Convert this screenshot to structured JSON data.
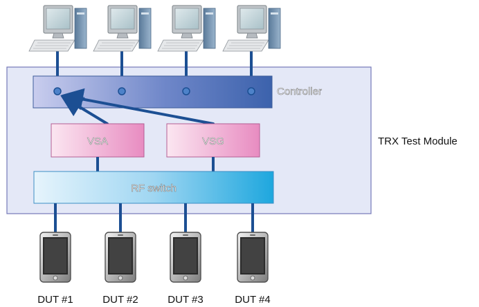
{
  "module": {
    "label": "TRX Test Module"
  },
  "controller": {
    "label": "Controller"
  },
  "vsa": {
    "label": "VSA"
  },
  "vsg": {
    "label": "VSG"
  },
  "rf_switch": {
    "label": "RF switch"
  },
  "duts": [
    {
      "label": "DUT #1"
    },
    {
      "label": "DUT #2"
    },
    {
      "label": "DUT #3"
    },
    {
      "label": "DUT #4"
    }
  ],
  "colors": {
    "module_fill": "#e4e8f7",
    "module_border": "#7478b8",
    "link": "#1c4f93",
    "controller_dark": "#3c62ac",
    "controller_light": "#c9cdee",
    "analyzer_fill": "#ed9fcc",
    "rf_switch_accent": "#1ea7de"
  },
  "icons": {
    "computer": "desktop-computer-icon",
    "dut": "smartphone-icon",
    "port": "port-circle-icon"
  }
}
